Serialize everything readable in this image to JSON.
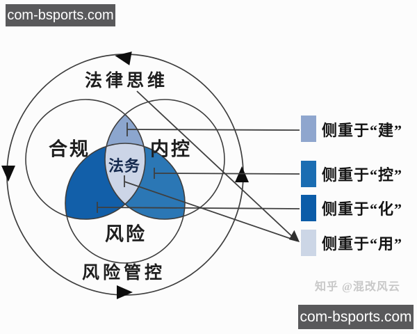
{
  "watermark": {
    "text": "com-bsports.com"
  },
  "credit": {
    "text": "知乎 @混改风云"
  },
  "diagram": {
    "outer_ring_top_label": "法律思维",
    "outer_ring_bottom_label": "风险管控",
    "circle_left_label": "合规",
    "circle_right_label": "内控",
    "circle_bottom_label": "风险",
    "center_label": "法务",
    "region_colors": {
      "top_lens": "#8CA6CE",
      "right_lens": "#2B77B5",
      "left_lens": "#125FA9",
      "center": "#CCD5E7"
    }
  },
  "legend": {
    "items": [
      {
        "label": "侧重于“建”",
        "color": "#8FA6CE"
      },
      {
        "label": "侧重于“控”",
        "color": "#1A6DB2"
      },
      {
        "label": "侧重于“化”",
        "color": "#0B5CA8"
      },
      {
        "label": "侧重于“用”",
        "color": "#CCD6E6"
      }
    ]
  }
}
